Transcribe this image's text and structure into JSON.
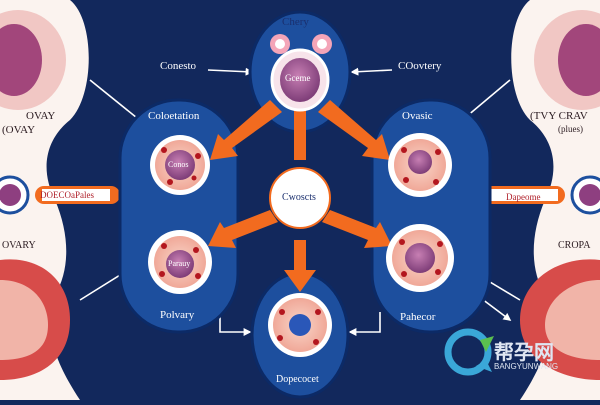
{
  "labels": {
    "top_center": "Chery",
    "top_center_inner": "Gceme",
    "left_top": "Conesto",
    "right_top": "COovtery",
    "left_mid_head": "Coloetation",
    "right_mid_head": "Ovasic",
    "center_node": "Cwoscts",
    "left_cell_top": "Conos",
    "left_cell_bottom": "Parauy",
    "left_panel_footer": "Polvary",
    "right_panel_footer": "Pahecor",
    "bottom_center": "Dopecocet",
    "far_left_top_1": "OVAY",
    "far_left_top_2": "(OVAY",
    "far_left_mid": "DOECOaPales",
    "far_left_bottom": "OVARY",
    "far_right_top_1": "(TVY CRAV",
    "far_right_top_2": "(plues)",
    "far_right_mid": "Dapeome",
    "far_right_bottom": "CROPA"
  },
  "watermark": {
    "cn_text": "帮孕网",
    "latin_text": "BANGYUNWANG"
  },
  "colors": {
    "background": "#12285c",
    "panel": "#1d4f9e",
    "arrow": "#f26b1f",
    "cell_outer": "#f4b9a8",
    "cell_inner": "#a0568f"
  }
}
